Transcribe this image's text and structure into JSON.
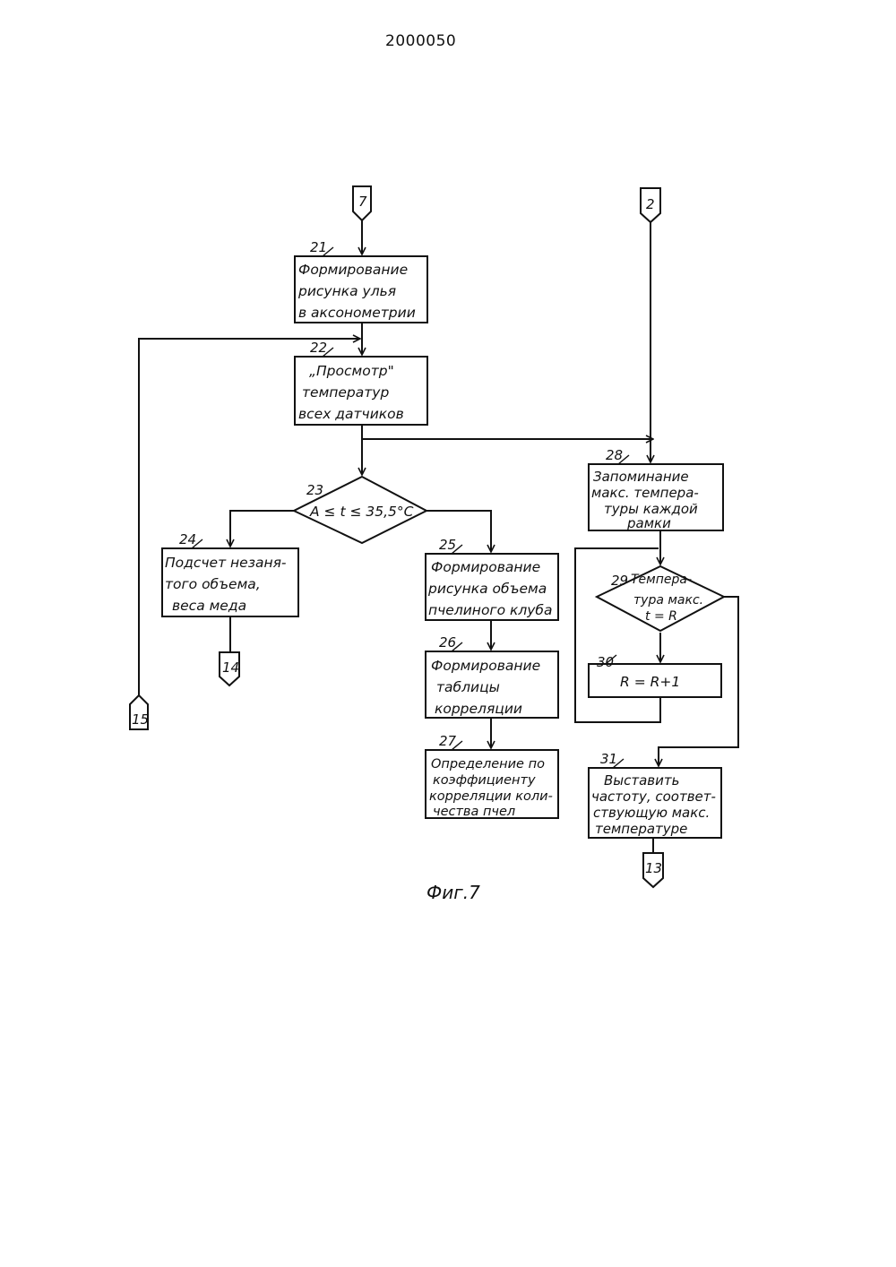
{
  "page_number": "2000050",
  "figure_caption": "Фиг.7",
  "connectors": {
    "c7": "7",
    "c2": "2",
    "c14": "14",
    "c15": "15",
    "c13": "13"
  },
  "blocks": {
    "b21": {
      "num": "21",
      "lines": [
        "Формирование",
        "рисунка улья",
        "в аксонометрии"
      ]
    },
    "b22": {
      "num": "22",
      "lines": [
        "„Просмотр\"",
        "температур",
        "всех датчиков"
      ]
    },
    "b23": {
      "num": "23",
      "lines": [
        "A ≤ t ≤ 35,5°C"
      ]
    },
    "b24": {
      "num": "24",
      "lines": [
        "Подсчет незаня-",
        "того объема,",
        "веса меда"
      ]
    },
    "b25": {
      "num": "25",
      "lines": [
        "Формирование",
        "рисунка объема",
        "пчелиного клуба"
      ]
    },
    "b26": {
      "num": "26",
      "lines": [
        "Формирование",
        "таблицы",
        "корреляции"
      ]
    },
    "b27": {
      "num": "27",
      "lines": [
        "Определение по",
        "коэффициенту",
        "корреляции коли-",
        "чества пчел"
      ]
    },
    "b28": {
      "num": "28",
      "lines": [
        "Запоминание",
        "макс. темпера-",
        "туры каждой",
        "рамки"
      ]
    },
    "b29": {
      "num": "29",
      "lines": [
        "Темпера-",
        "тура макс.",
        "t = R"
      ]
    },
    "b30": {
      "num": "30",
      "lines": [
        "R = R+1"
      ]
    },
    "b31": {
      "num": "31",
      "lines": [
        "Выставить",
        "частоту, соответ-",
        "ствующую макс.",
        "температуре"
      ]
    }
  }
}
